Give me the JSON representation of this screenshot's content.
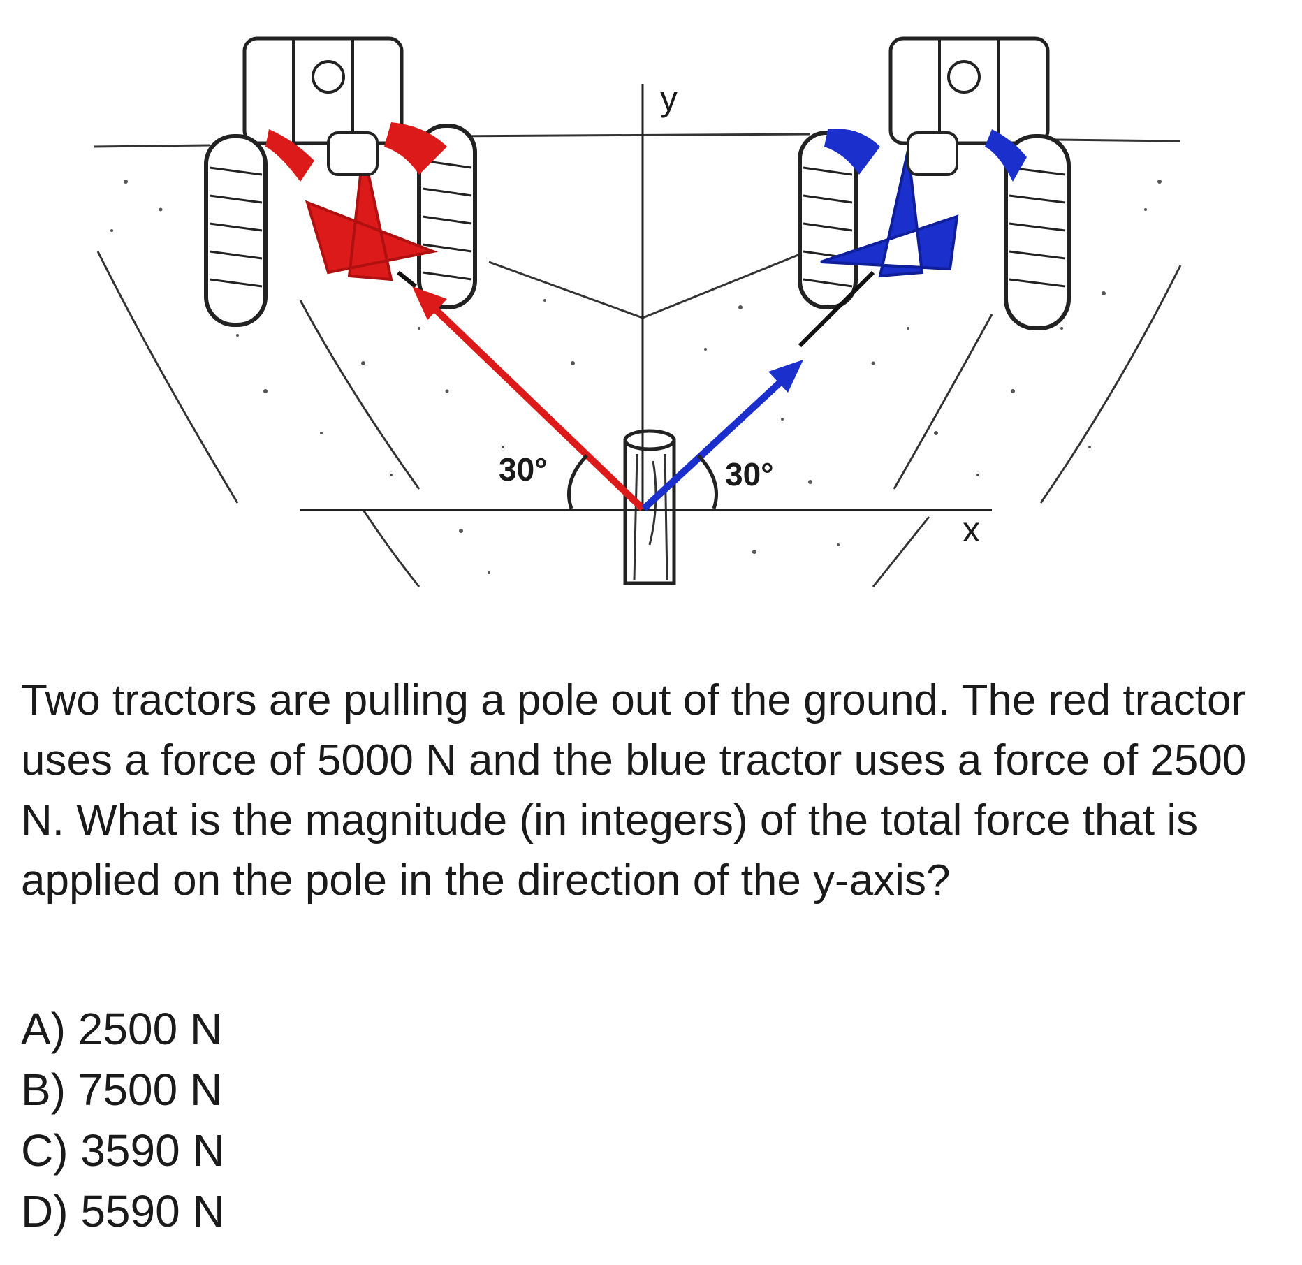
{
  "diagram": {
    "angle_left": "30°",
    "angle_right": "30°",
    "axis_y": "y",
    "axis_x": "x",
    "red_force_color": "#dd1a1a",
    "blue_force_color": "#1a2fcc",
    "red_force_N": 5000,
    "blue_force_N": 2500,
    "angle_deg": 30
  },
  "question": {
    "text": "Two tractors are pulling a pole out of the ground. The red tractor uses a force of 5000 N and the blue tractor uses a force of 2500 N. What is the magnitude (in integers) of the total force that is applied on the pole in the direction of the y-axis?",
    "options": [
      {
        "label": "A) 2500 N"
      },
      {
        "label": "B) 7500 N"
      },
      {
        "label": "C) 3590 N"
      },
      {
        "label": "D) 5590 N"
      }
    ]
  }
}
